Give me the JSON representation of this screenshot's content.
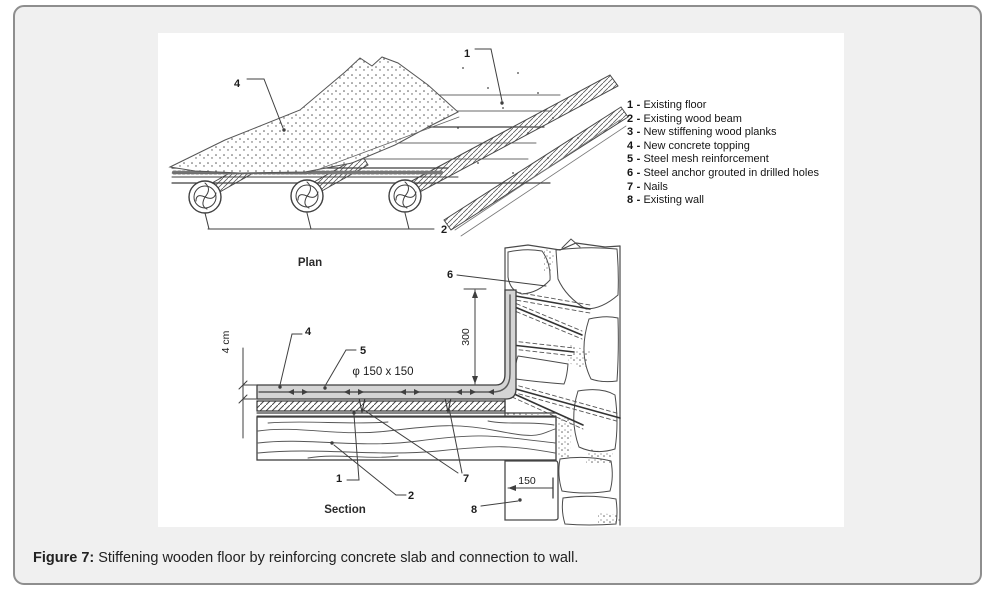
{
  "figure": {
    "caption_label": "Figure 7:",
    "caption_text": "Stiffening wooden floor by reinforcing concrete slab and connection to wall.",
    "plan": {
      "title": "Plan",
      "label_1": "1",
      "label_2": "2",
      "label_4": "4"
    },
    "section": {
      "title": "Section",
      "label_1": "1",
      "label_2": "2",
      "label_4": "4",
      "label_5": "5",
      "label_6": "6",
      "label_7": "7",
      "label_8": "8",
      "dim_thickness": "4 cm",
      "dim_mesh": "φ 150 x 150",
      "dim_upstand": "300",
      "dim_bearing": "150"
    },
    "legend": {
      "items": [
        {
          "num": "1 -",
          "label": "Existing floor"
        },
        {
          "num": "2 -",
          "label": "Existing wood beam"
        },
        {
          "num": "3 -",
          "label": "New stiffening wood planks"
        },
        {
          "num": "4 -",
          "label": "New concrete topping"
        },
        {
          "num": "5 -",
          "label": "Steel mesh reinforcement"
        },
        {
          "num": "6 -",
          "label": "Steel anchor grouted in drilled holes"
        },
        {
          "num": "7 -",
          "label": "Nails"
        },
        {
          "num": "8 -",
          "label": "Existing wall"
        }
      ]
    }
  },
  "colors": {
    "panel_bg": "#f0f0f0",
    "panel_border": "#8e8e8e",
    "figure_bg": "#ffffff",
    "line": "#3f3f3f",
    "concrete_fill": "#d4d4d4",
    "text": "#1c1c1c"
  }
}
